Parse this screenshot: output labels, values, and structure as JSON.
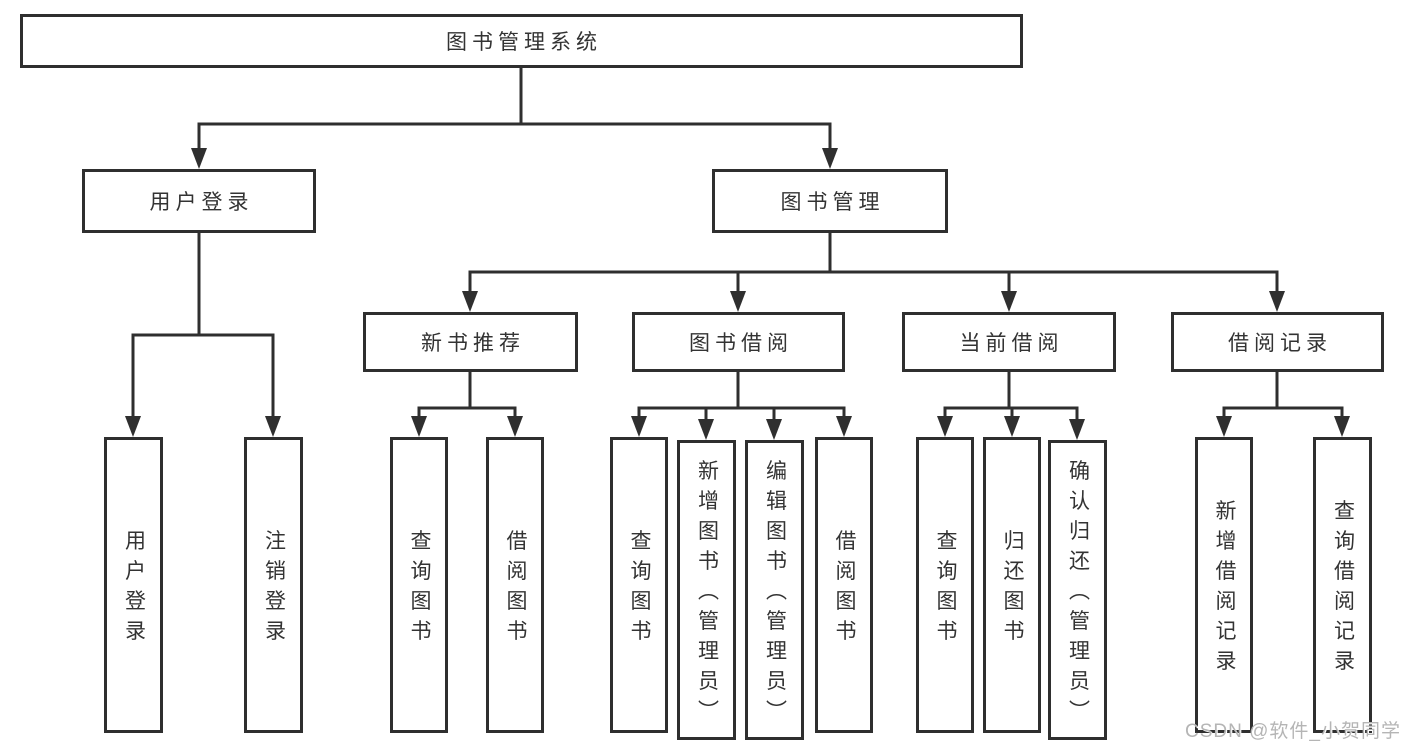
{
  "diagram": {
    "root": "图书管理系统",
    "children": [
      {
        "label": "用户登录",
        "children": [
          "用户登录",
          "注销登录"
        ]
      },
      {
        "label": "图书管理",
        "children": [
          {
            "label": "新书推荐",
            "children": [
              "查询图书",
              "借阅图书"
            ]
          },
          {
            "label": "图书借阅",
            "children": [
              "查询图书",
              "新增图书（管理员）",
              "编辑图书（管理员）",
              "借阅图书"
            ]
          },
          {
            "label": "当前借阅",
            "children": [
              "查询图书",
              "归还图书",
              "确认归还（管理员）"
            ]
          },
          {
            "label": "借阅记录",
            "children": [
              "新增借阅记录",
              "查询借阅记录"
            ]
          }
        ]
      }
    ]
  },
  "watermark": {
    "text": "CSDN @软件_小贺同学"
  },
  "colors": {
    "line": "#2f2f2f",
    "text": "#333333",
    "background": "#ffffff",
    "watermark": "#b5b5b5"
  }
}
